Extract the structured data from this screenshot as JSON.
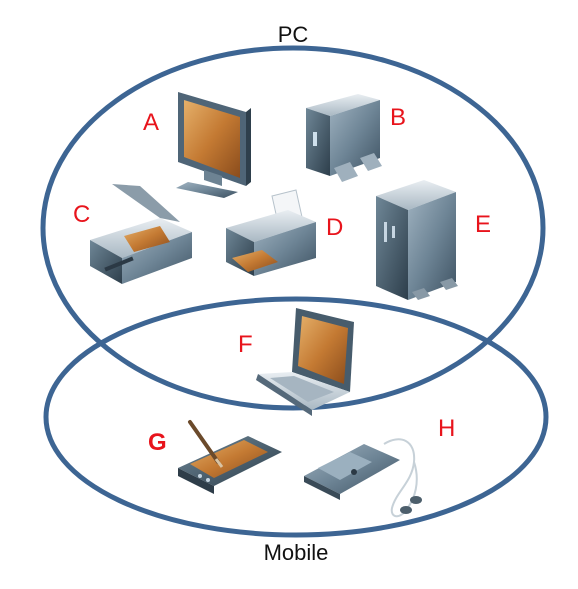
{
  "sets": {
    "pc": {
      "title": "PC"
    },
    "mobile": {
      "title": "Mobile"
    }
  },
  "devices": {
    "a": {
      "label": "A",
      "icon": "monitor-icon"
    },
    "b": {
      "label": "B",
      "icon": "external-drive-icon"
    },
    "c": {
      "label": "C",
      "icon": "scanner-icon"
    },
    "d": {
      "label": "D",
      "icon": "printer-icon"
    },
    "e": {
      "label": "E",
      "icon": "tower-pc-icon"
    },
    "f": {
      "label": "F",
      "icon": "laptop-icon"
    },
    "g": {
      "label": "G",
      "icon": "pda-stylus-icon"
    },
    "h": {
      "label": "H",
      "icon": "media-player-icon"
    }
  },
  "colors": {
    "ellipse_stroke": "#3d6593",
    "label": "#e8141c",
    "screen": "#c9843d",
    "device_body": "#5b7384"
  }
}
